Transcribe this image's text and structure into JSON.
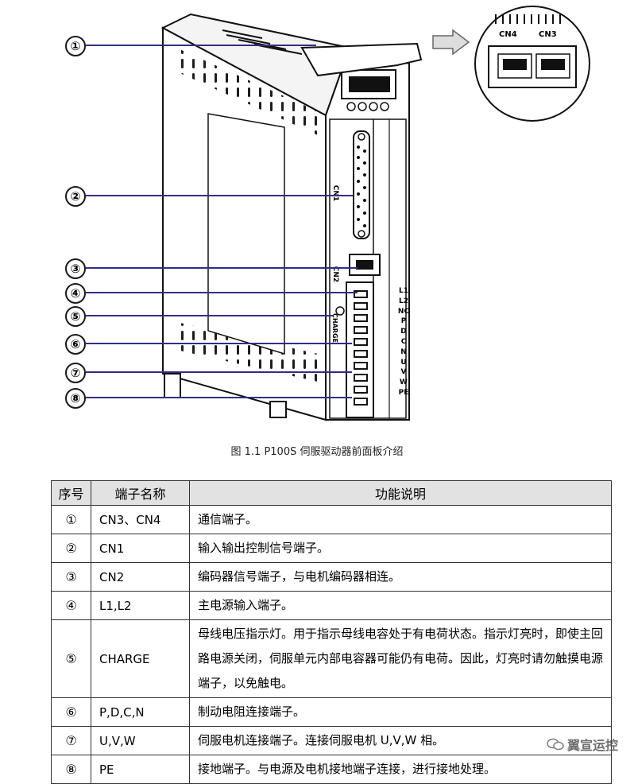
{
  "figure": {
    "callouts": [
      {
        "num": "①"
      },
      {
        "num": "②"
      },
      {
        "num": "③"
      },
      {
        "num": "④"
      },
      {
        "num": "⑤"
      },
      {
        "num": "⑥"
      },
      {
        "num": "⑦"
      },
      {
        "num": "⑧"
      }
    ],
    "cn1_label": "CN1",
    "cn2_label": "CN2",
    "charge_label": "CHARGE",
    "zoom_labels": [
      "CN4",
      "CN3"
    ],
    "terminal_labels": [
      "L1",
      "L2",
      "NC",
      "P",
      "D",
      "C",
      "N",
      "U",
      "V",
      "W",
      "PE"
    ],
    "caption": "图 1.1 P100S 伺服驱动器前面板介绍"
  },
  "table": {
    "headers": {
      "num": "序号",
      "name": "端子名称",
      "desc": "功能说明"
    },
    "rows": [
      {
        "num": "①",
        "name": "CN3、CN4",
        "desc": "通信端子。"
      },
      {
        "num": "②",
        "name": "CN1",
        "desc": "输入输出控制信号端子。"
      },
      {
        "num": "③",
        "name": "CN2",
        "desc": "编码器信号端子，与电机编码器相连。"
      },
      {
        "num": "④",
        "name": "L1,L2",
        "desc": "主电源输入端子。"
      },
      {
        "num": "⑤",
        "name": "CHARGE",
        "desc": "母线电压指示灯。用于指示母线电容处于有电荷状态。指示灯亮时，即使主回路电源关闭，伺服单元内部电容器可能仍有电荷。因此，灯亮时请勿触摸电源端子，以免触电。"
      },
      {
        "num": "⑥",
        "name": "P,D,C,N",
        "desc": "制动电阻连接端子。"
      },
      {
        "num": "⑦",
        "name": "U,V,W",
        "desc": "伺服电机连接端子。连接伺服电机 U,V,W 相。"
      },
      {
        "num": "⑧",
        "name": "PE",
        "desc": "接地端子。与电源及电机接地端子连接，进行接地处理。"
      }
    ]
  },
  "watermark": {
    "text": "翼宣运控"
  }
}
